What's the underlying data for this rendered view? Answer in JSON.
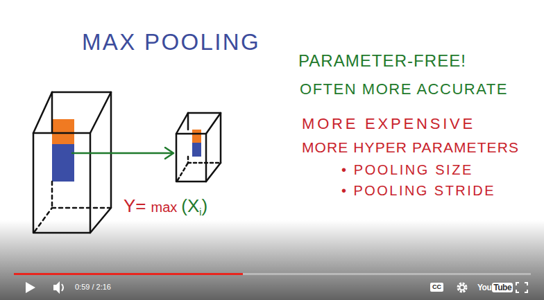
{
  "diagram": {
    "title": "MAX POOLING",
    "labels": [
      "PARAMETER-FREE!",
      "OFTEN MORE ACCURATE",
      "MORE EXPENSIVE",
      "MORE HYPER PARAMETERS",
      "• POOLING SIZE",
      "• POOLING STRIDE",
      "Y=",
      "max",
      "(X",
      "i",
      ")",
      "0:59 / 2:16",
      "CC",
      "You",
      "Tube"
    ]
  }
}
